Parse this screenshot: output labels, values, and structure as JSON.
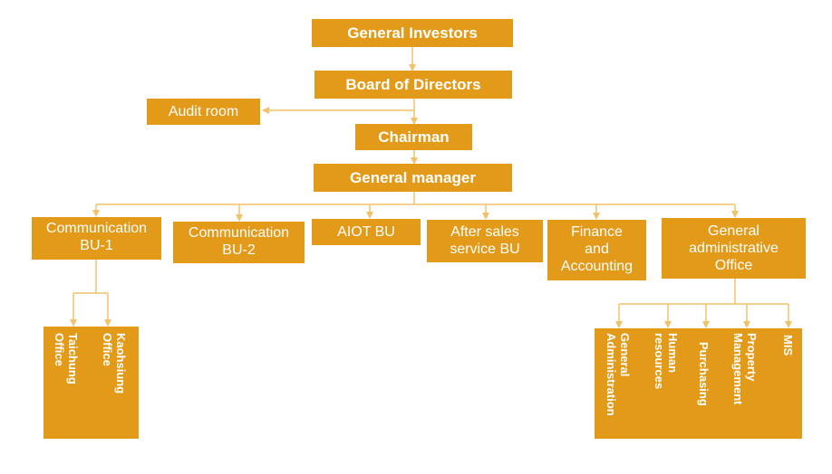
{
  "nodes": {
    "general_investors": "General Investors",
    "board_of_directors": "Board of Directors",
    "audit_room": "Audit room",
    "chairman": "Chairman",
    "general_manager": "General manager",
    "communication_bu1": [
      "Communication",
      "BU-1"
    ],
    "communication_bu2": [
      "Communication",
      "BU-2"
    ],
    "aiot_bu": "AIOT BU",
    "after_sales": [
      "After sales",
      "service BU"
    ],
    "finance": [
      "Finance",
      "and",
      "Accounting"
    ],
    "general_admin_office": [
      "General",
      "administrative",
      "Office"
    ],
    "taichung_office": [
      "Taichung",
      "Office"
    ],
    "kaohsiung_office": [
      "Kaohsiung",
      "Office"
    ],
    "general_administration": [
      "General",
      "Administration"
    ],
    "human_resources": [
      "Human",
      "resources"
    ],
    "purchasing": [
      "Purchasing"
    ],
    "property_management": [
      "Property",
      "Management"
    ],
    "mis": [
      "MIS"
    ]
  },
  "colors": {
    "box": "#e29a18",
    "connector": "#f2c26a",
    "text": "#ffffff"
  }
}
